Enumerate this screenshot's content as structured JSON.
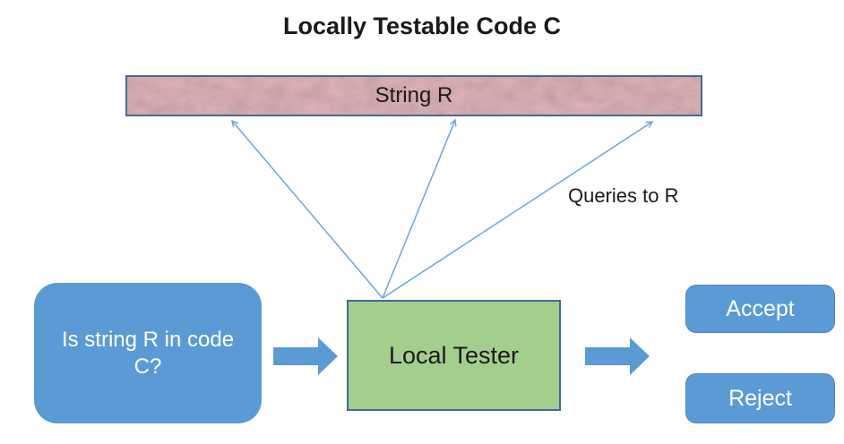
{
  "title": "Locally Testable Code C",
  "nodes": {
    "string_r": {
      "label": "String R"
    },
    "question": {
      "line1": "Is string R in code",
      "line2": "C?"
    },
    "local_tester": {
      "label": "Local Tester"
    },
    "accept": {
      "label": "Accept"
    },
    "reject": {
      "label": "Reject"
    }
  },
  "annotations": {
    "queries_to_r": "Queries to R"
  },
  "colors": {
    "node-blue": "#5B9BD5",
    "node-green": "#A4CE8C",
    "bar-pink": "#E2B6BA",
    "box-border": "#44699D",
    "arrow-line": "#6EA5DE",
    "text-dark": "#1A1A1A",
    "text-light": "#FFFFFF"
  }
}
